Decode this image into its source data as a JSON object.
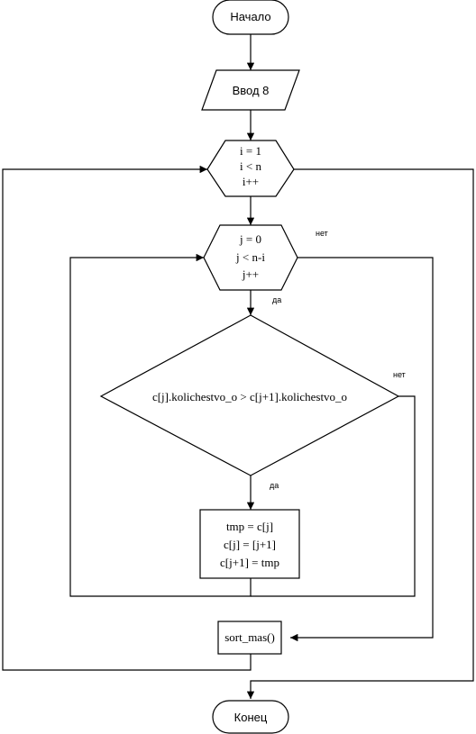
{
  "start": {
    "label": "Начало"
  },
  "input": {
    "label": "Ввод 8"
  },
  "loop_i": {
    "lines": [
      "i = 1",
      "i < n",
      "i++"
    ]
  },
  "loop_j": {
    "lines": [
      "j = 0",
      "j < n-i",
      "j++"
    ]
  },
  "condition": {
    "label": "c[j].kolichestvo_o > c[j+1].kolichestvo_o"
  },
  "swap": {
    "lines": [
      "tmp = c[j]",
      "c[j] = [j+1]",
      "c[j+1] = tmp"
    ]
  },
  "call": {
    "label": "sort_mas()"
  },
  "end": {
    "label": "Конец"
  },
  "branch_labels": {
    "loop_j_exit": "нет",
    "loop_j_body": "да",
    "condition_no": "нет",
    "condition_yes": "да"
  }
}
